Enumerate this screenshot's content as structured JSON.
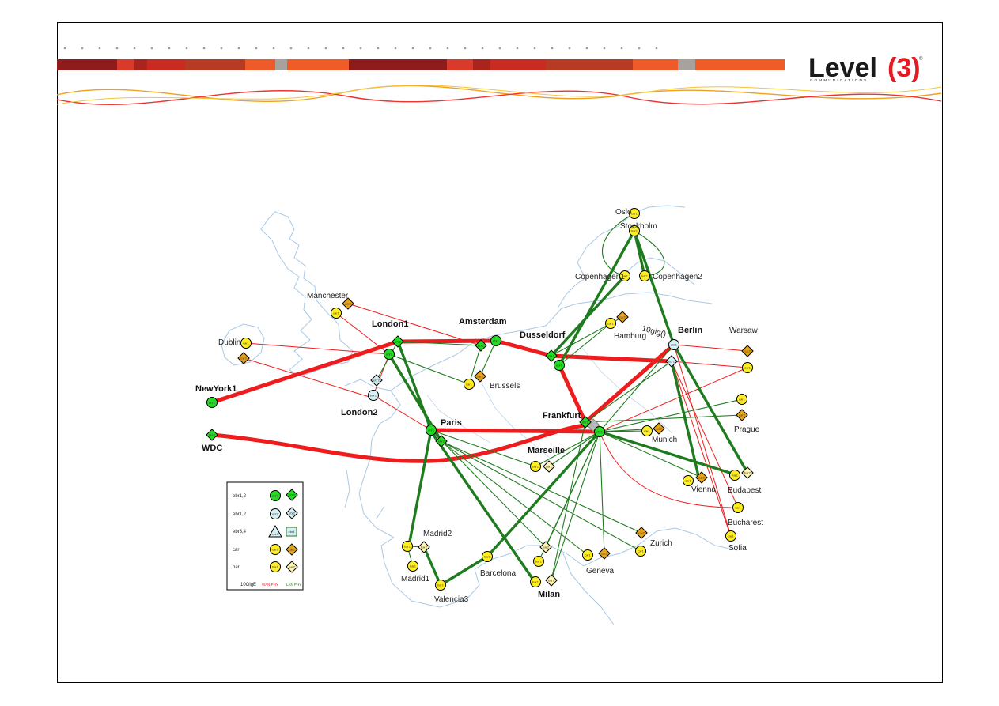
{
  "brand": {
    "name_part1": "Level",
    "name_part2": "(3)",
    "registered": "®",
    "tagline": "COMMUNICATIONS",
    "color_red": "#e31b23",
    "color_dark": "#1a1a1a"
  },
  "colors": {
    "wan_red": "#ee1c1c",
    "lan_green": "#1e7b1e",
    "core_green": "#22dd22",
    "light_blue": "#d6f0f5",
    "car_orange": "#e8a419",
    "bar_yellow": "#ffee22",
    "map_blue": "#a9c8e6"
  },
  "cities": {
    "oslo": "Oslo",
    "stockholm": "Stockholm",
    "copenhagen1": "Copenhagen1",
    "copenhagen2": "Copenhagen2",
    "manchester": "Manchester",
    "london1": "London1",
    "amsterdam": "Amsterdam",
    "dusseldorf": "Dusseldorf",
    "hamburg": "Hamburg",
    "berlin": "Berlin",
    "warsaw": "Warsaw",
    "dublin": "Dublin",
    "brussels": "Brussels",
    "newyork1": "NewYork1",
    "london2": "London2",
    "paris": "Paris",
    "frankfurt": "Frankfurt",
    "prague": "Prague",
    "wdc": "WDC",
    "munich": "Munich",
    "marseille": "Marseille",
    "vienna": "Vienna",
    "budapest": "Budapest",
    "bucharest": "Bucharest",
    "madrid2": "Madrid2",
    "zurich": "Zurich",
    "sofia": "Sofia",
    "barcelona": "Barcelona",
    "geneva": "Geneva",
    "madrid1": "Madrid1",
    "milan": "Milan",
    "valencia3": "Valencia3"
  },
  "link_note": "10gig()",
  "node_codes": {
    "ebr1": "ebr1",
    "ebr2": "ebr2",
    "car1": "car1",
    "car2": "car2",
    "bar1": "bar1",
    "bar2": "bar2"
  },
  "legend": {
    "rows": [
      "ebr1,2",
      "ebr1,2",
      "ebr3,4",
      "car",
      "bar"
    ],
    "sym_ebr1": "ebr1",
    "sym_ebr2": "ebr2",
    "sym_ebr3": "ebr3",
    "sym_ebr4": "ebr4",
    "sym_car1": "car1",
    "sym_car2": "car2",
    "sym_bar1": "bar1",
    "sym_bar2": "bar2",
    "footer_label": "10GigE",
    "wan_label": "WAN PHY",
    "lan_label": "LAN PHY"
  }
}
